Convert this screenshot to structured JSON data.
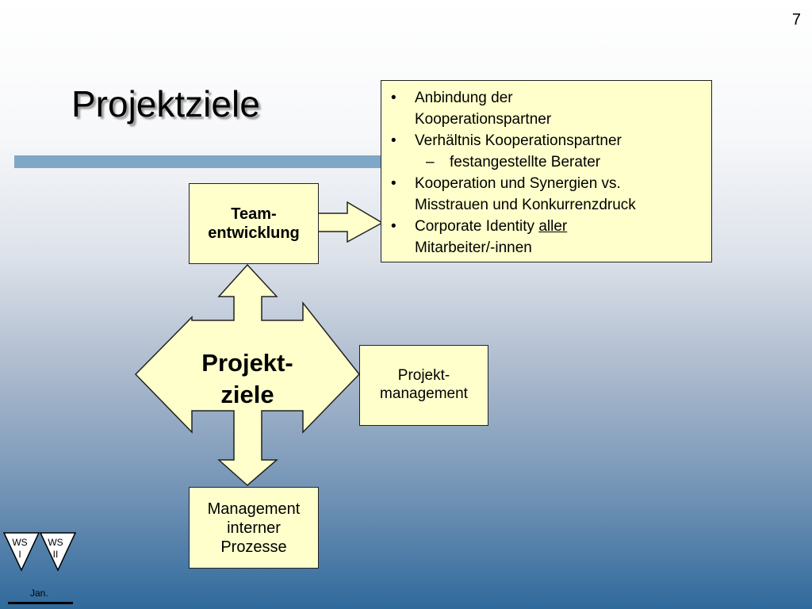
{
  "slide_number": "7",
  "title": "Projektziele",
  "center_label": "Projekt-\nziele",
  "boxes": {
    "team": "Team-\nentwicklung",
    "project_management": "Projekt-\nmanagement",
    "internal_processes": "Management\ninterner\nProzesse"
  },
  "team_goals": {
    "item1_line1": "Anbindung der",
    "item1_line2": "Kooperationspartner",
    "item2_line1": "Verhältnis Kooperationspartner",
    "item2_sub": "festangestellte Berater",
    "item3_line1": "Kooperation und Synergien vs.",
    "item3_line2": "Misstrauen und Konkurrenzdruck",
    "item4_prefix": "Corporate Identity ",
    "item4_underlined": "aller",
    "item4_line2": "Mitarbeiter/-innen",
    "bullet": "•",
    "dash": "–"
  },
  "logo": {
    "left": "WS\nI",
    "right": "WS\nII"
  },
  "footer": {
    "date": "Jan."
  },
  "colors": {
    "box_fill": "#ffffcc",
    "title_bar": "#7fa7c6",
    "background_bottom": "#2f6a9c"
  }
}
